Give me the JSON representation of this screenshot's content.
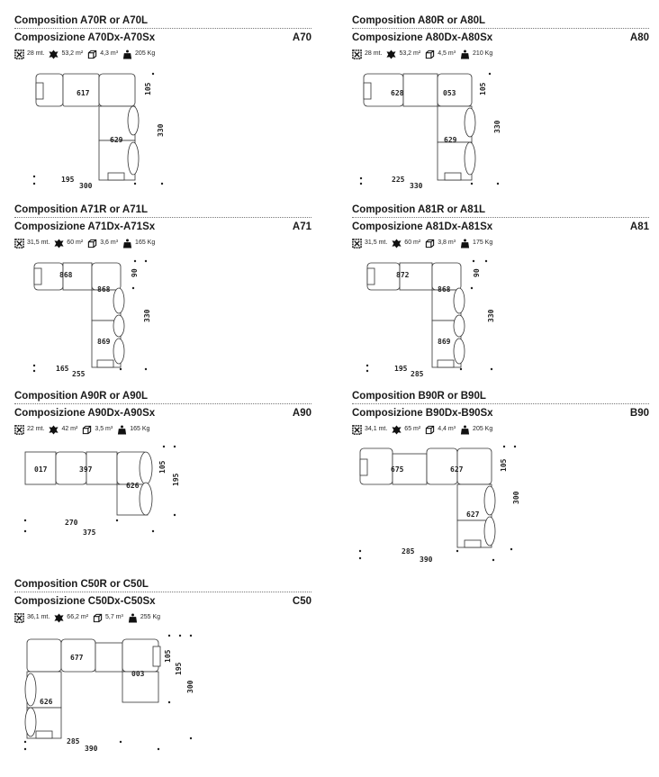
{
  "compositions": [
    {
      "id": "A70",
      "title_en": "Composition A70R or A70L",
      "title_it": "Composizione A70Dx-A70Sx",
      "code": "A70",
      "specs": {
        "fabric": "28 mt.",
        "leather": "53,2 m²",
        "volume": "4,3 m³",
        "weight": "205 Kg"
      },
      "modules": [
        "617",
        "629"
      ],
      "dims": {
        "depth": "105",
        "side": "330",
        "seat": "195",
        "width": "300"
      }
    },
    {
      "id": "A80",
      "title_en": "Composition A80R or A80L",
      "title_it": "Composizione A80Dx-A80Sx",
      "code": "A80",
      "specs": {
        "fabric": "28 mt.",
        "leather": "53,2 m²",
        "volume": "4,5 m³",
        "weight": "210 Kg"
      },
      "modules": [
        "628",
        "053",
        "629"
      ],
      "dims": {
        "depth": "105",
        "side": "330",
        "seat": "225",
        "width": "330"
      }
    },
    {
      "id": "A71",
      "title_en": "Composition A71R or A71L",
      "title_it": "Composizione A71Dx-A71Sx",
      "code": "A71",
      "specs": {
        "fabric": "31,5 mt.",
        "leather": "60 m²",
        "volume": "3,6 m³",
        "weight": "165 Kg"
      },
      "modules": [
        "868",
        "868",
        "869"
      ],
      "dims": {
        "depth": "90",
        "side": "330",
        "seat": "165",
        "width": "255"
      }
    },
    {
      "id": "A81",
      "title_en": "Composition A81R or A81L",
      "title_it": "Composizione A81Dx-A81Sx",
      "code": "A81",
      "specs": {
        "fabric": "31,5 mt.",
        "leather": "60 m²",
        "volume": "3,8 m³",
        "weight": "175 Kg"
      },
      "modules": [
        "872",
        "868",
        "869"
      ],
      "dims": {
        "depth": "90",
        "side": "330",
        "seat": "195",
        "width": "285"
      }
    },
    {
      "id": "A90",
      "title_en": "Composition A90R or A90L",
      "title_it": "Composizione A90Dx-A90Sx",
      "code": "A90",
      "specs": {
        "fabric": "22 mt.",
        "leather": "42 m²",
        "volume": "3,5 m³",
        "weight": "165 Kg"
      },
      "modules": [
        "017",
        "397",
        "626"
      ],
      "dims": {
        "depth": "105",
        "side": "195",
        "seat": "270",
        "width": "375"
      }
    },
    {
      "id": "B90",
      "title_en": "Composition B90R or B90L",
      "title_it": "Composizione B90Dx-B90Sx",
      "code": "B90",
      "specs": {
        "fabric": "34,1 mt.",
        "leather": "65 m²",
        "volume": "4,4 m³",
        "weight": "205 Kg"
      },
      "modules": [
        "675",
        "627",
        "627"
      ],
      "dims": {
        "depth": "105",
        "side": "300",
        "seat": "285",
        "width": "390"
      }
    },
    {
      "id": "C50",
      "title_en": "Composition C50R or C50L",
      "title_it": "Composizione C50Dx-C50Sx",
      "code": "C50",
      "specs": {
        "fabric": "36,1 mt.",
        "leather": "66,2 m²",
        "volume": "5,7 m³",
        "weight": "255 Kg"
      },
      "modules": [
        "677",
        "003",
        "626"
      ],
      "dims": {
        "depth": "105",
        "side2": "195",
        "side": "300",
        "seat": "285",
        "width": "390"
      }
    }
  ],
  "icons": {
    "fabric": "fabric-roll-icon",
    "leather": "leather-hide-icon",
    "volume": "volume-box-icon",
    "weight": "weight-icon"
  }
}
